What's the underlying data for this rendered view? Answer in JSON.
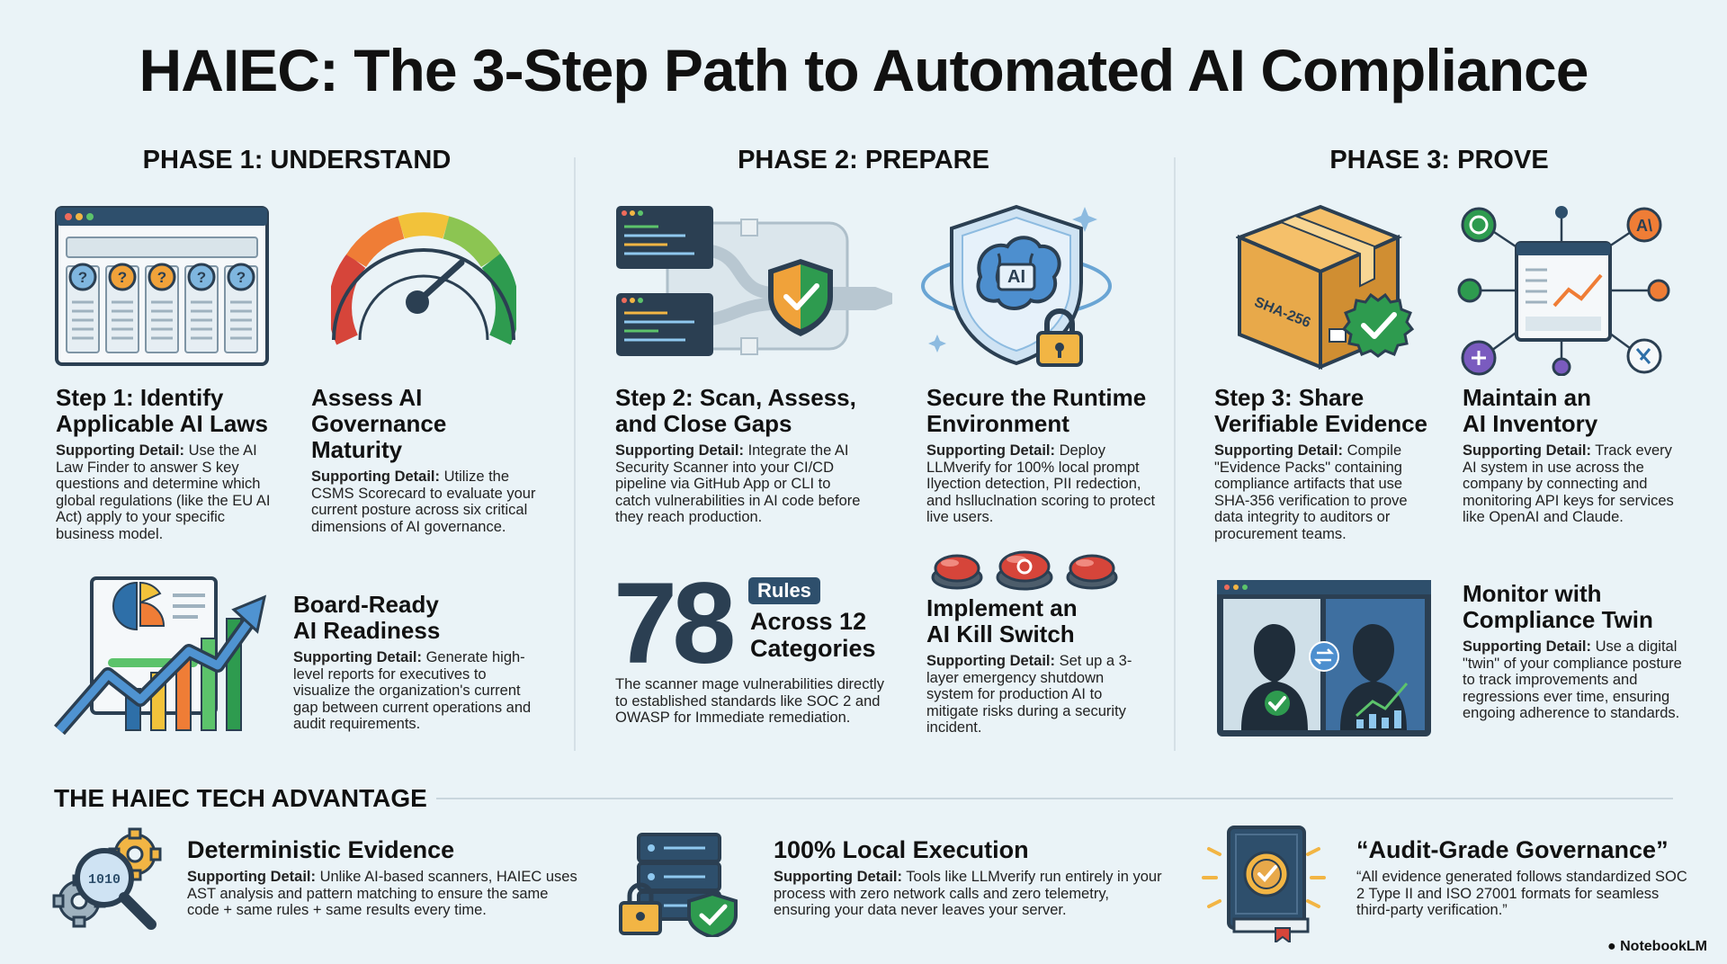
{
  "title": "HAIEC: The 3-Step Path to Automated AI Compliance",
  "phases": [
    {
      "title": "PHASE 1: UNDERSTAND"
    },
    {
      "title": "PHASE 2: PREPARE"
    },
    {
      "title": "PHASE 3: PROVE"
    }
  ],
  "supporting_label": "Supporting Detail:",
  "cards": {
    "step1": {
      "heading_line1": "Step 1: Identify",
      "heading_line2": "Applicable AI Laws",
      "detail": "Use the AI Law Finder to answer S key questions and determine which global regulations (like the EU AI Act) apply to your specific business model."
    },
    "maturity": {
      "heading_line1": "Assess AI Governance",
      "heading_line2": "Maturity",
      "detail": "Utilize the CSMS Scorecard to evaluate your current posture across six critical dimensions of AI governance."
    },
    "board": {
      "heading_line1": "Board-Ready",
      "heading_line2": "AI Readiness",
      "detail": "Generate high-level reports for executives to visualize the organization's current gap between current operations and audit requirements."
    },
    "step2": {
      "heading_line1": "Step 2: Scan, Assess,",
      "heading_line2": "and Close Gaps",
      "detail": "Integrate the AI Security Scanner into your CI/CD pipeline via GitHub App or CLI to catch vulnerabilities in AI code before they reach production."
    },
    "runtime": {
      "heading_line1": "Secure the Runtime",
      "heading_line2": "Environment",
      "detail": "Deploy LLMverify for 100% local prompt Ilyection detection, PII redection, and hslluclnation scoring to protect live users."
    },
    "rules": {
      "number": "78",
      "badge": "Rules",
      "line1": "Across 12",
      "line2": "Categories",
      "detail": "The scanner mage vulnerabilities directly to established standards like SOC 2 and OWASP for Immediate remediation."
    },
    "killswitch": {
      "heading_line1": "Implement an",
      "heading_line2": "AI Kill Switch",
      "detail": "Set up a 3-layer emergency shutdown system for production AI to mitigate risks during a security incident."
    },
    "step3": {
      "heading_line1": "Step 3: Share",
      "heading_line2": "Verifiable Evidence",
      "detail": "Compile \"Evidence Packs\" containing compliance artifacts that use SHA-356 verification to prove data integrity to auditors or procurement teams."
    },
    "inventory": {
      "heading_line1": "Maintain an",
      "heading_line2": "AI Inventory",
      "detail": "Track every AI system in use across the company by connecting and monitoring API keys for services like OpenAI and Claude."
    },
    "twin": {
      "heading_line1": "Monitor with",
      "heading_line2": "Compliance Twin",
      "detail": "Use a digital \"twin\" of your compliance posture to track improvements and regressions ever time, ensuring engoing adherence to standards."
    }
  },
  "box_label": "SHA-256",
  "ai_label": "AI",
  "anthropic_label": "A\\",
  "advantage": {
    "title": "THE HAIEC TECH ADVANTAGE",
    "items": [
      {
        "heading": "Deterministic Evidence",
        "detail": "Unlike AI-based scanners, HAIEC uses AST analysis and pattern matching to ensure the same code + same rules + same results every time."
      },
      {
        "heading": "100% Local Execution",
        "detail": "Tools like LLMverify run entirely in your process with zero network calls and zero telemetry, ensuring your data never leaves your server."
      },
      {
        "heading": "“Audit-Grade Governance”",
        "detail": "“All evidence generated follows standardized SOC 2 Type II and ISO 27001 formats for seamless third-party verification.”"
      }
    ],
    "icon_text": "1010"
  },
  "brand": "NotebookLM",
  "colors": {
    "background": "#eaf3f7",
    "navy": "#2e4f6c",
    "green": "#2e9b4f",
    "orange": "#e79b2e",
    "red": "#d6453a"
  }
}
